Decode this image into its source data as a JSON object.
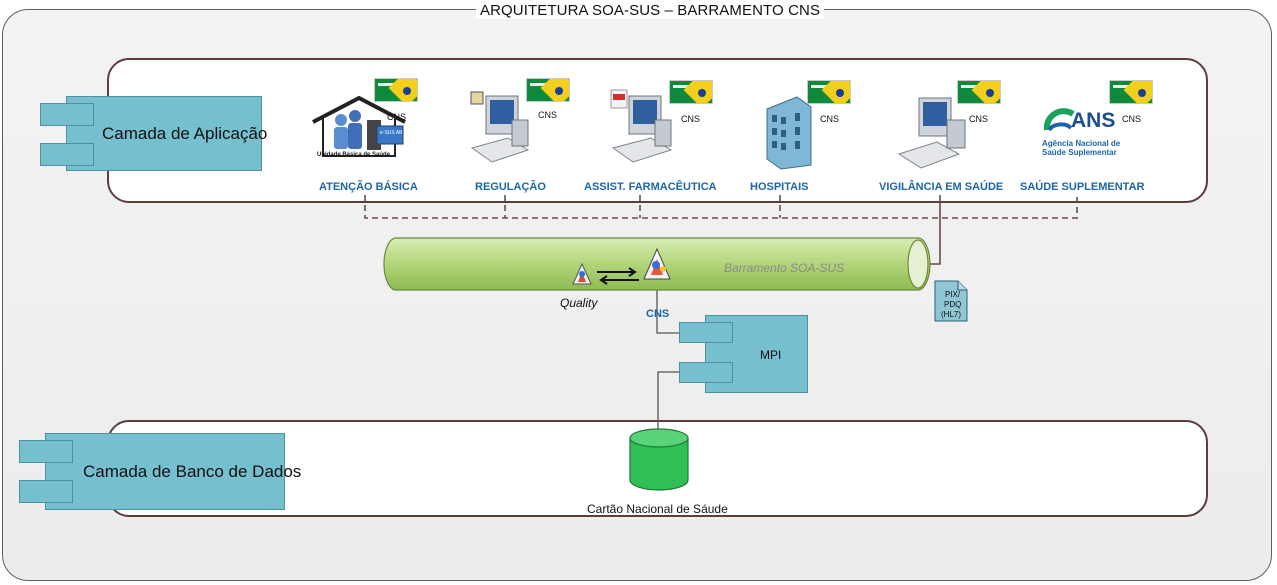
{
  "title": "ARQUITETURA SOA-SUS – BARRAMENTO CNS",
  "layers": {
    "application": "Camada de Aplicação",
    "database": "Camada de Banco de Dados"
  },
  "systems": [
    {
      "label": "ATENÇÃO BÁSICA",
      "cns": "CNS"
    },
    {
      "label": "REGULAÇÃO",
      "cns": "CNS"
    },
    {
      "label": "ASSIST. FARMACÊUTICA",
      "cns": "CNS"
    },
    {
      "label": "HOSPITAIS",
      "cns": "CNS"
    },
    {
      "label": "VIGILÂNCIA EM SAÚDE",
      "cns": "CNS"
    },
    {
      "label": "SAÚDE SUPLEMENTAR",
      "cns": "CNS"
    }
  ],
  "ubs_caption": "Unidade Básica de Saúde",
  "ubs_card": "e-SUS AB CDS",
  "ans": {
    "logo": "ANS",
    "line1": "Agência Nacional de",
    "line2": "Saúde Suplementar"
  },
  "bus": {
    "label": "Barramento SOA-SUS",
    "quality": "Quality",
    "cns": "CNS"
  },
  "protocol_doc": {
    "line1": "PIX/",
    "line2": "PDQ",
    "line3": "(HL7)"
  },
  "mpi": "MPI",
  "database_label": "Cartão Nacional de Sáude",
  "colors": {
    "component": "#76bfcf",
    "bus": "#b3d57a",
    "database": "#2fbf55",
    "label_blue": "#1b66a8",
    "layer_border": "#5c3c3c"
  }
}
